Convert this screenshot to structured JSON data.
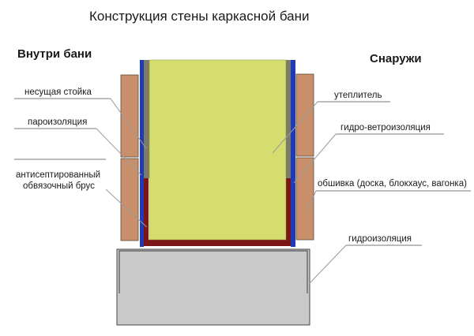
{
  "title": "Конструкция стены каркасной бани",
  "inside_label": "Внутри бани",
  "outside_label": "Снаружи",
  "labels": {
    "stud": "несущая стойка",
    "vapor_barrier": "пароизоляция",
    "beam_line1": "антисептированный",
    "beam_line2": "обвязочный брус",
    "insulation": "утеплитель",
    "wind_barrier": "гидро-ветроизоляция",
    "cladding": "обшивка (доска, блокхаус, вагонка)",
    "waterproofing": "гидроизоляция"
  },
  "colors": {
    "insulation": "#d4dd6e",
    "cladding": "#c98f6b",
    "cladding_edge": "#8b5a3c",
    "membrane": "#1f3bb3",
    "stud": "#7b7b6c",
    "beam": "#7d1616",
    "foundation": "#c9c9c9",
    "foundation_edge": "#444444",
    "leader": "#9a9a9a"
  }
}
